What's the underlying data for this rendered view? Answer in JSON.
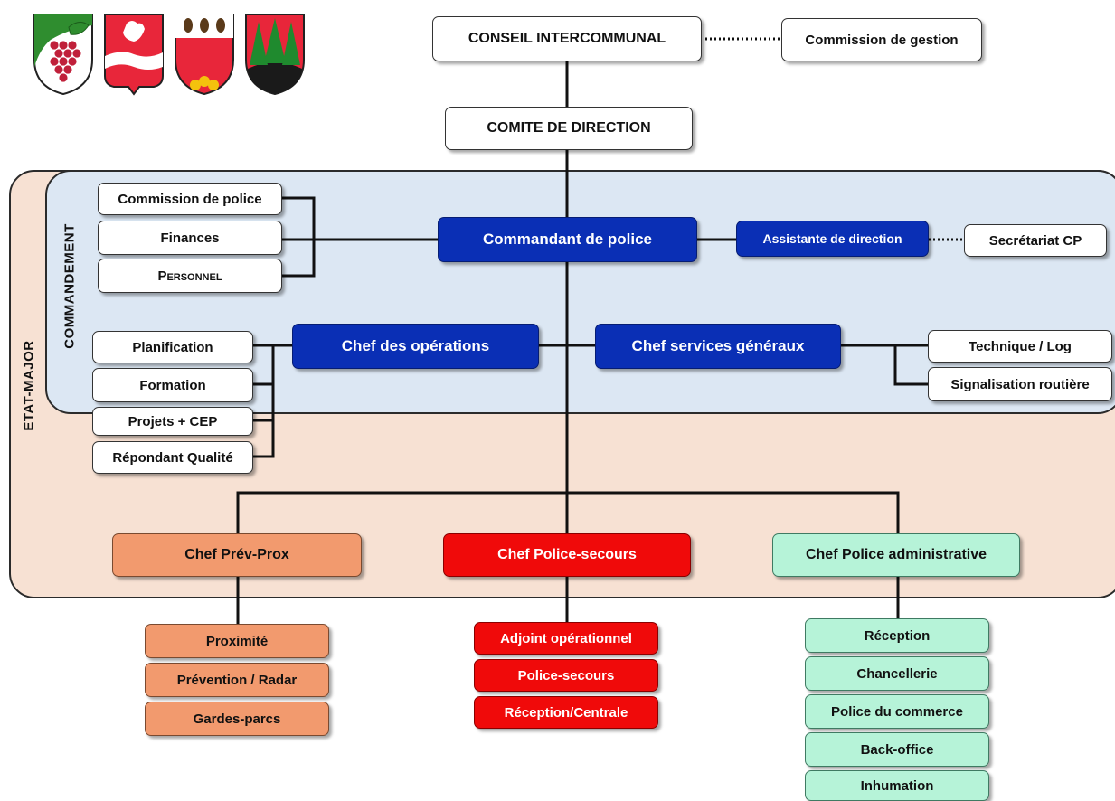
{
  "regions": {
    "etat_major": "ETAT-MAJOR",
    "commandement": "COMMANDEMENT"
  },
  "nodes": {
    "conseil": "CONSEIL INTERCOMMUNAL",
    "commission_gestion": "Commission de gestion",
    "comite": "COMITE DE DIRECTION",
    "commission_police": "Commission de police",
    "finances": "Finances",
    "personnel": "Personnel",
    "commandant": "Commandant de police",
    "assistante": "Assistante de direction",
    "secretariat": "Secrétariat CP",
    "planification": "Planification",
    "formation": "Formation",
    "projets": "Projets + CEP",
    "repondant": "Répondant Qualité",
    "chef_operations": "Chef des opérations",
    "chef_services": "Chef services généraux",
    "technique": "Technique / Log",
    "signalisation": "Signalisation routière",
    "chef_prev": "Chef Prév-Prox",
    "chef_secours": "Chef Police-secours",
    "chef_admin": "Chef Police administrative",
    "proximite": "Proximité",
    "prevention": "Prévention / Radar",
    "gardes": "Gardes-parcs",
    "adjoint": "Adjoint opérationnel",
    "police_secours": "Police-secours",
    "reception_centrale": "Réception/Centrale",
    "reception": "Réception",
    "chancellerie": "Chancellerie",
    "police_commerce": "Police du commerce",
    "back_office": "Back-office",
    "inhumation": "Inhumation"
  },
  "colors": {
    "blue": "#0a2fb5",
    "orange": "#f29a6e",
    "red": "#f00a0a",
    "mint": "#b6f3d8",
    "etat_major_bg": "#f7e1d3",
    "commandement_bg": "#dce7f3"
  },
  "logos": [
    "grapes-crest",
    "rooster-crest",
    "beetles-crest",
    "fir-trees-crest"
  ]
}
